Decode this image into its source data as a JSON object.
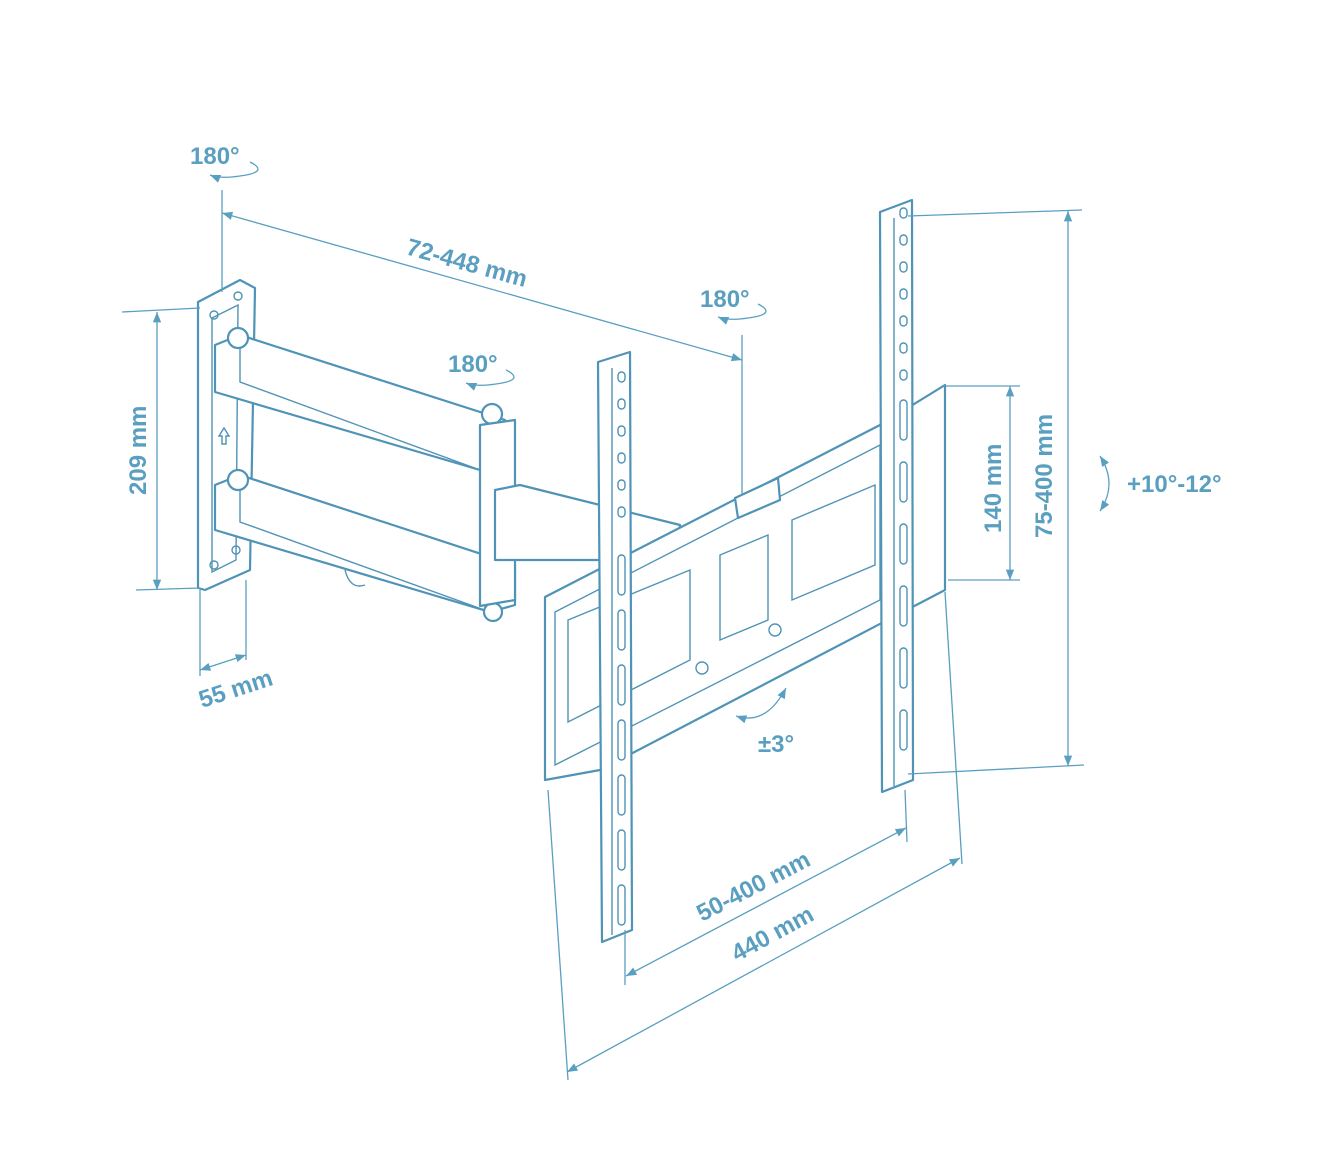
{
  "title": "TV wall mount dimensions diagram",
  "color": "#5a9fc0",
  "labels": {
    "rot_wall": "180°",
    "rot_mid": "180°",
    "rot_head": "180°",
    "arm_length": "72-448 mm",
    "plate_height": "209 mm",
    "wall_depth": "55 mm",
    "bracket_height": "140 mm",
    "vesa_vertical": "75-400 mm",
    "tilt": "+10°-12°",
    "level": "±3°",
    "vesa_horizontal": "50-400 mm",
    "bracket_width": "440 mm"
  }
}
